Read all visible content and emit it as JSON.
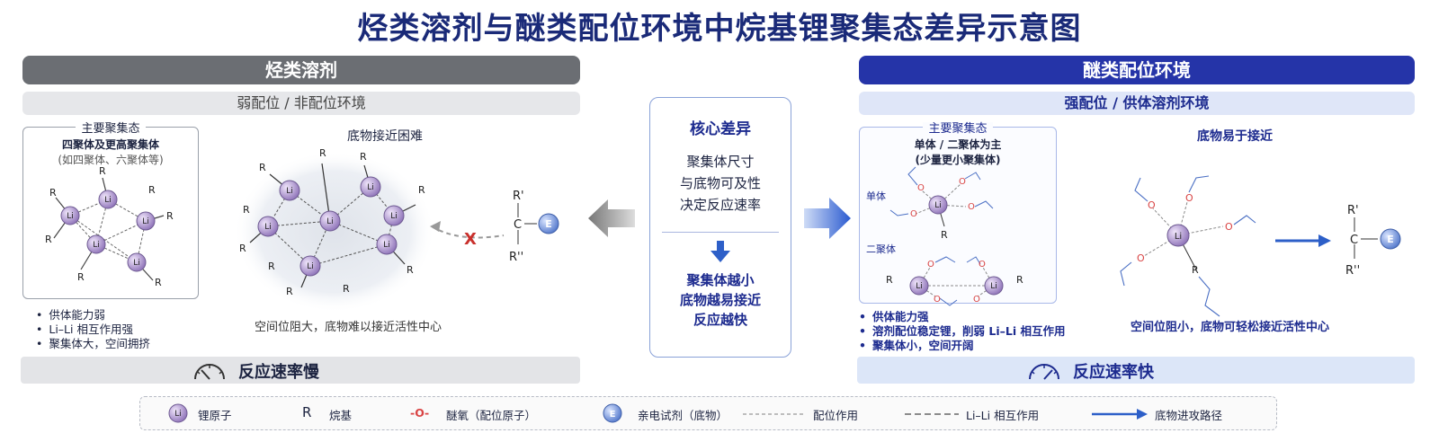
{
  "title": "烃类溶剂与醚类配位环境中烷基锂聚集态差异示意图",
  "left": {
    "header": "烃类溶剂",
    "subheader": "弱配位 / 非配位环境",
    "agg_legend": "主要聚集态",
    "agg_title": "四聚体及更高聚集体",
    "agg_sub": "(如四聚体、六聚体等)",
    "substrate_label": "底物接近困难",
    "steric_caption": "空间位阻大，底物难以接近活性中心",
    "bullets": [
      "供体能力弱",
      "Li–Li 相互作用强",
      "聚集体大，空间拥挤"
    ],
    "rate": "反应速率慢"
  },
  "center": {
    "title": "核心差异",
    "lines": [
      "聚集体尺寸",
      "与底物可及性",
      "决定反应速率"
    ],
    "conclusion": [
      "聚集体越小",
      "底物越易接近",
      "反应越快"
    ]
  },
  "right": {
    "header": "醚类配位环境",
    "subheader": "强配位 / 供体溶剂环境",
    "agg_legend": "主要聚集态",
    "agg_title": "单体 / 二聚体为主",
    "agg_sub": "(少量更小聚集体)",
    "monomer_label": "单体",
    "dimer_label": "二聚体",
    "substrate_label": "底物易于接近",
    "steric_caption": "空间位阻小，底物可轻松接近活性中心",
    "bullets": [
      "供体能力强",
      "溶剂配位稳定锂，削弱 Li–Li 相互作用",
      "聚集体小，空间开阔"
    ],
    "rate": "反应速率快"
  },
  "atoms": {
    "li": "Li",
    "r": "R",
    "o": "O",
    "e": "E",
    "c": "C",
    "r_prime": "R'",
    "r_dprime": "R''",
    "blocked": "X",
    "dash": "–"
  },
  "legend": {
    "li_label": "锂原子",
    "r_label": "烷基",
    "o_symbol": "-O-",
    "o_label": "醚氧（配位原子）",
    "e_label": "亲电试剂（底物）",
    "coord_label": "配位作用",
    "lili_label": "Li–Li 相互作用",
    "path_label": "底物进攻路径"
  },
  "colors": {
    "li": "#a58cc6",
    "oxygen": "#d94444",
    "electrophile": "#6f8fd6",
    "hydrocarbon_header": "#6b6e73",
    "ether_header": "#2534a8"
  }
}
